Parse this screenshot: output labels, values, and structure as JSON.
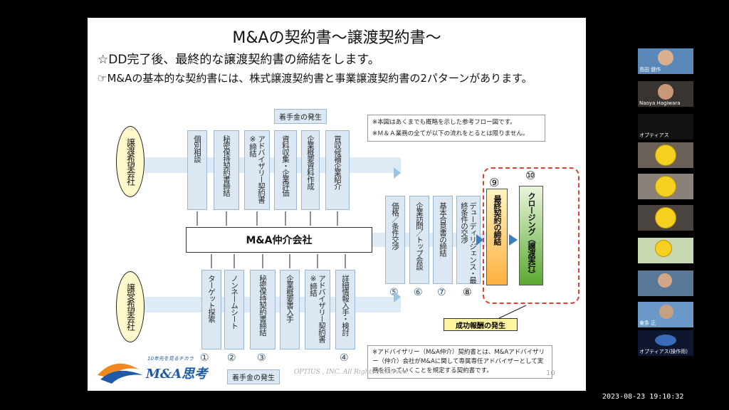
{
  "slide": {
    "title": "M&Aの契約書～譲渡契約書～",
    "line1": "☆DD完了後、最終的な譲渡契約書の締結をします。",
    "line2": "☞M&Aの基本的な契約書には、株式譲渡契約書と事業譲渡契約書の2パターンがあります。",
    "seller": "譲渡希望会社",
    "buyer": "譲受希望会社",
    "center": "M&A仲介会社",
    "fee_top": "着手金の発生",
    "fee_bottom": "着手金の発生",
    "success_fee": "成功報酬の発生",
    "top_boxes": [
      "個別相談",
      "秘密保持契約書締結",
      "アドバイザリー契約書※締結",
      "資料収集・企業評価",
      "企業概要資料作成",
      "買収候補企業紹介"
    ],
    "bottom_boxes": [
      "ターゲット探索",
      "ノンネームシート",
      "秘密保持契約書締結",
      "企業概要書入手",
      "アドバイザリー契約書※締結",
      "詳細情報入手・検討"
    ],
    "bottom_nums": [
      "①",
      "②",
      "③",
      "④"
    ],
    "stages": [
      {
        "text": "価格／条件交渉",
        "num": "⑤"
      },
      {
        "text": "企業訪問／トップ会談",
        "num": "⑥"
      },
      {
        "text": "基本合意書の締結",
        "num": "⑦"
      },
      {
        "text": "デューディリジェンス・最終条件の交渉",
        "num": "⑧"
      }
    ],
    "stage9": {
      "text": "最終契約の締結",
      "num": "⑨"
    },
    "stage10": {
      "text": "クロージング（譲渡実行）",
      "num": "⑩"
    },
    "note_lines": [
      "※本図はあくまでも概略を示した参考フロー図です。",
      "※Ｍ＆Ａ業務の全てが以下の流れをとるとは限りません。"
    ],
    "note2": "※アドバイザリー（M&A仲介）契約書とは、M&Aアドバイザリー（仲介）会社がM&Aに関して専属専任アドバイザーとして実務を行っていくことを規定する契約書です。",
    "footer": "OPTIUS , INC. All Rights Reserved.",
    "page": "10",
    "logo_tagline": "10年先を見るチカラ",
    "logo_name": "M&A思考"
  },
  "participants": [
    {
      "name": "島田 健作"
    },
    {
      "name": "Naoya Hagiwara"
    },
    {
      "name": "オプティアス"
    },
    {
      "name": ""
    },
    {
      "name": ""
    },
    {
      "name": ""
    },
    {
      "name": ""
    },
    {
      "name": ""
    },
    {
      "name": "東条 正"
    },
    {
      "name": "オプティアス(操作用)"
    }
  ],
  "timestamp": "2023-08-23 19:10:32",
  "colors": {
    "accent": "#3a7fc0",
    "band": "#dcebf5",
    "success": "#e04030"
  }
}
